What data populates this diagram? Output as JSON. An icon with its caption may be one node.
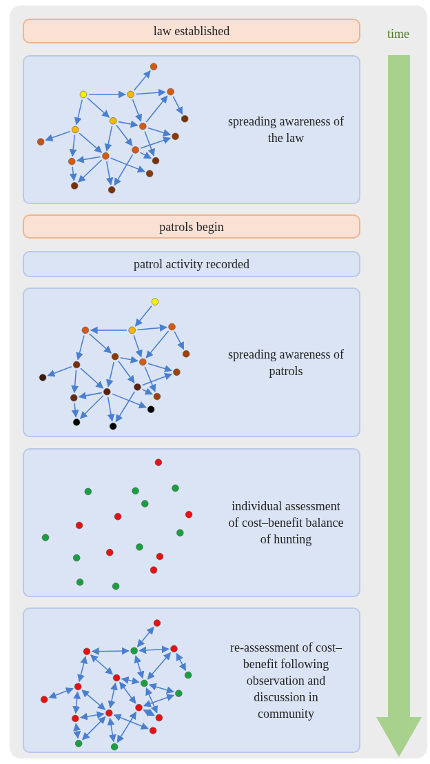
{
  "diagram": {
    "nodes": [
      {
        "text": [
          "law established"
        ]
      },
      {
        "text": [
          "spreading awareness of the law"
        ]
      },
      {
        "text": [
          "patrols begin"
        ]
      },
      {
        "text": [
          "patrol activity recorded"
        ]
      },
      {
        "text": [
          "spreading awareness of patrols"
        ]
      },
      {
        "text": [
          "individual assessment of cost–benefit balance of hunting"
        ]
      },
      {
        "text": [
          "re-assessment of cost–benefit following observation and discussion in community"
        ]
      }
    ],
    "labels": [
      "time"
    ]
  }
}
